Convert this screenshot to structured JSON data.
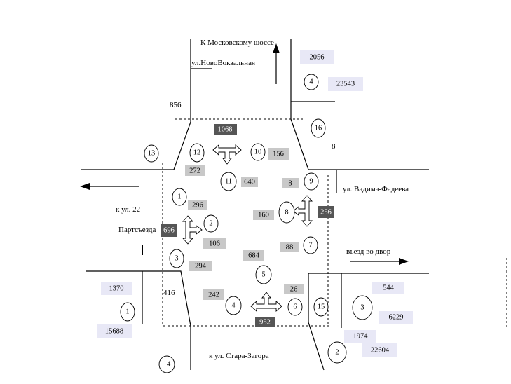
{
  "labels": {
    "to_moscow_highway": "К Московскому шоссе",
    "novovokzalnaya": "ул.НовоВокзальная",
    "vadima_fadeeva": "ул. Вадима-Фадеева",
    "to_22_partsezda_line1": "к ул. 22",
    "to_22_partsezda_line2": "Партсъезда",
    "entrance_yard": "въезд во двор",
    "to_stara_zagora": "к ул. Стара-Загора"
  },
  "plain_numbers": {
    "n856": "856",
    "n416": "416",
    "n8": "8"
  },
  "colors": {
    "box_light": "#e8e8f6",
    "box_gray": "#c8c8c8",
    "box_dark": "#555555"
  },
  "boxes": {
    "b2056": "2056",
    "b23543": "23543",
    "b1068": "1068",
    "b156": "156",
    "b272": "272",
    "b640": "640",
    "b8": "8",
    "b296": "296",
    "b160": "160",
    "b256": "256",
    "b696": "696",
    "b106": "106",
    "b88": "88",
    "b684": "684",
    "b294": "294",
    "b1370": "1370",
    "b242": "242",
    "b26": "26",
    "b544": "544",
    "b952": "952",
    "b6229": "6229",
    "b15688": "15688",
    "b1974": "1974",
    "b22604": "22604"
  },
  "circles": {
    "c1a": "1",
    "c1b": "1",
    "c2a": "2",
    "c2b": "2",
    "c3a": "3",
    "c3b": "3",
    "c4a": "4",
    "c4b": "4",
    "c5": "5",
    "c6": "6",
    "c7": "7",
    "c8": "8",
    "c9": "9",
    "c10": "10",
    "c11": "11",
    "c12": "12",
    "c13": "13",
    "c14": "14",
    "c15": "15",
    "c16": "16"
  }
}
